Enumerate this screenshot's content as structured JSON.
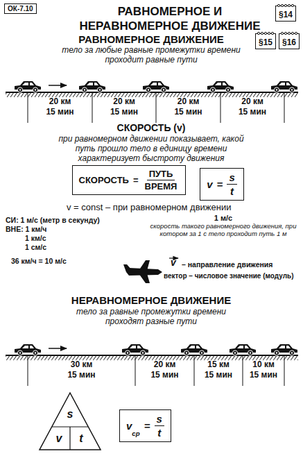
{
  "diagram": {
    "title": "РАВНОМЕРНОЕ И НЕРАВНОМЕРНОЕ ДВИЖЕНИЕ",
    "nodes": [
      {
        "text": [
          "ОК-7.10"
        ]
      },
      {
        "text": [
          "§14"
        ]
      },
      {
        "text": [
          "§15"
        ]
      },
      {
        "text": [
          "§16"
        ]
      },
      {
        "text": [
          "СКОРОСТЬ",
          "=",
          "ПУТЬ",
          "ВРЕМЯ"
        ]
      },
      {
        "text": [
          "v",
          "=",
          "s",
          "t"
        ]
      },
      {
        "text": [
          "s",
          "v",
          "t"
        ]
      },
      {
        "text": [
          "v",
          "ср",
          "=",
          "s",
          "t"
        ]
      }
    ],
    "labels": [
      "РАВНОМЕРНОЕ ДВИЖЕНИЕ",
      "тело за любые равные промежутки времени проходит равные пути",
      "20 км",
      "15 мин",
      "20 км",
      "15 мин",
      "20 км",
      "15 мин",
      "20 км",
      "15 мин",
      "СКОРОСТЬ (v)",
      "при равномерном движении показывает, какой путь прошло тело в единицу времени",
      "характеризует быстроту движения",
      "v = const – при равномерном движении",
      "СИ: 1 м/с (метр в секунду)",
      "ВНЕ: 1 км/ч",
      "1 км/с",
      "1 см/с",
      "36 км/ч = 10 м/с",
      "1 м/с",
      "скорость такого равномерного движения, при котором за 1 с тело проходит путь 1 м",
      "v",
      "– направление движения",
      "вектор – числовое значение (модуль)",
      "НЕРАВНОМЕРНОЕ ДВИЖЕНИЕ",
      "тело за равные промежутки времени проходят разные пути",
      "30 км",
      "15 мин",
      "20 км",
      "15 мин",
      "15 км",
      "15 мин",
      "10 км",
      "15 мин"
    ]
  }
}
